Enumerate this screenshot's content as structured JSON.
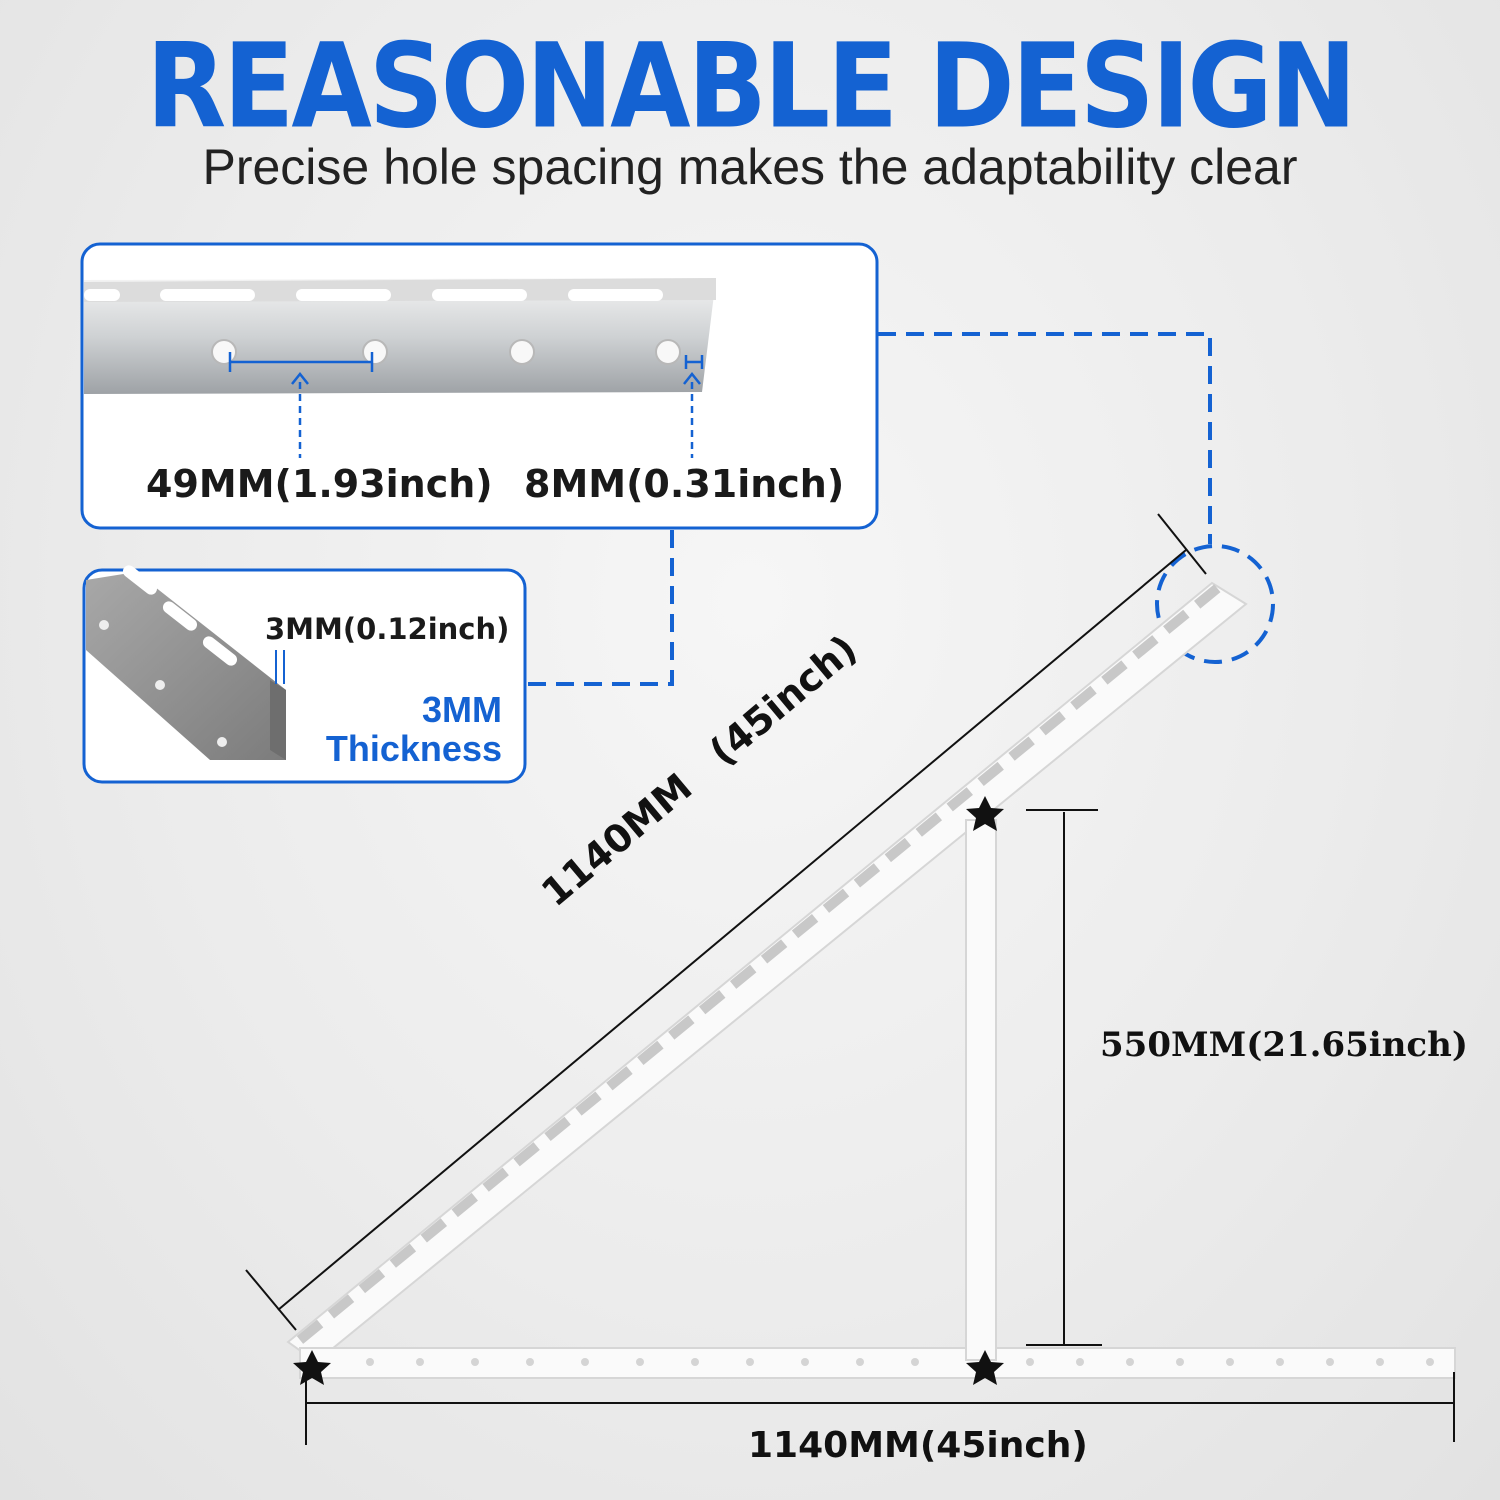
{
  "header": {
    "title": "REASONABLE DESIGN",
    "subtitle": "Precise hole spacing makes the adaptability clear"
  },
  "detail_box": {
    "hole_spacing": "49MM(1.93inch)",
    "hole_width": "8MM(0.31inch)"
  },
  "thickness_box": {
    "dimension": "3MM(0.12inch)",
    "title_line1": "3MM",
    "title_line2": "Thickness"
  },
  "bracket": {
    "diagonal_length": "1140MM　(45inch)",
    "height": "550MM(21.65inch)",
    "base_length": "1140MM(45inch)"
  },
  "colors": {
    "accent": "#1462d2",
    "frame": "#ffffff",
    "line": "#111111"
  },
  "icons": {
    "knob": "star-knob-icon"
  }
}
